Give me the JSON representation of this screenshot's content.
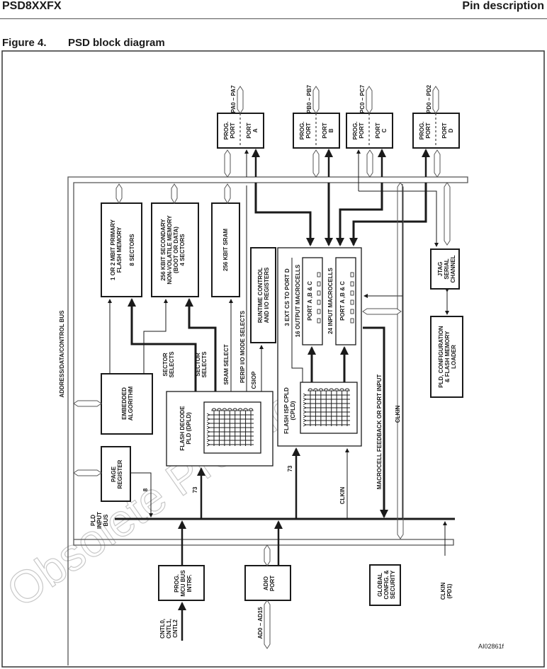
{
  "header": {
    "doc_id": "PSD8XXFX",
    "section": "Pin description"
  },
  "figure": {
    "number": "Figure 4.",
    "title": "PSD block diagram",
    "ref_code": "AI02861f"
  },
  "watermark": "Obsolete Product(s)",
  "ports": [
    {
      "pins": "PA0 – PA7",
      "left_label": [
        "PROG.",
        "PORT"
      ],
      "right_label": [
        "PORT",
        "A"
      ]
    },
    {
      "pins": "PB0 – PB7",
      "left_label": [
        "PROG.",
        "PORT"
      ],
      "right_label": [
        "PORT",
        "B"
      ]
    },
    {
      "pins": "PC0 – PC7",
      "left_label": [
        "PROG.",
        "PORT"
      ],
      "right_label": [
        "PORT",
        "C"
      ]
    },
    {
      "pins": "PD0 – PD2",
      "left_label": [
        "PROG.",
        "PORT"
      ],
      "right_label": [
        "PORT",
        "D"
      ]
    }
  ],
  "blocks": {
    "primary_flash": [
      "1 OR 2 MBIT PRIMARY",
      "FLASH MEMORY",
      "",
      "8 SECTORS"
    ],
    "secondary_nvm": [
      "256 KBIT SECONDARY",
      "NON-VOLATILE MEMORY",
      "(BOOT OR DATA)",
      "4 SECTORS"
    ],
    "sram": [
      "256 KBIT SRAM"
    ],
    "runtime_control": [
      "RUNTIME CONTROL",
      "AND I/O REGISTERS"
    ],
    "embedded_algorithm": [
      "EMBEDDED",
      "ALGORITHM"
    ],
    "page_register": [
      "PAGE",
      "REGISTER"
    ],
    "flash_decode": [
      "FLASH DECODE",
      "PLD (DPLD)"
    ],
    "cpld": [
      "FLASH ISP CPLD",
      "(CPLD)"
    ],
    "output_macrocells": [
      "PORT A ,B & C"
    ],
    "input_macrocells": [
      "PORT A ,B & C"
    ],
    "jtag": [
      "JTAG",
      "SERIAL",
      "CHANNEL"
    ],
    "pld_config": [
      "PLD, CONFIGURATION",
      "& FLASH MEMORY",
      "LOADER"
    ],
    "mcu_bus": [
      "PROG.",
      "MCU BUS",
      "INTRF."
    ],
    "adio_port": [
      "ADIO",
      "PORT"
    ],
    "global_config": [
      "GLOBAL",
      "CONFIG. &",
      "SECURITY"
    ]
  },
  "labels": {
    "addr_bus": "ADDRESS/DATA/CONTROL BUS",
    "sector_selects_1": [
      "SECTOR",
      "SELECTS"
    ],
    "sector_selects_2": [
      "SECTOR",
      "SELECTS"
    ],
    "sram_select": "SRAM SELECT",
    "perip_io": "PERIP I/O MODE SELECTS",
    "csiop": "CSIOP",
    "ext_cs": "3 EXT CS TO PORT D",
    "output_macrocells": "16 OUTPUT MACROCELLS",
    "input_macrocells": "24 INPUT MACROCELLS",
    "macrocell_feedback": "MACROCELL FEEDBACK OR PORT INPUT",
    "clkin_upper": "CLKIN",
    "clkin_lower": "CLKIN",
    "clkin_pin": [
      "CLKIN",
      "(PD1)"
    ],
    "pld_input_bus": [
      "PLD",
      "INPUT",
      "BUS"
    ],
    "bus_width_8": "8",
    "bus_width_73_a": "73",
    "bus_width_73_b": "73",
    "cntl_pins": [
      "CNTL0,",
      "CNTL1,",
      "CNTL2"
    ],
    "ad_pins": "AD0 – AD15"
  }
}
